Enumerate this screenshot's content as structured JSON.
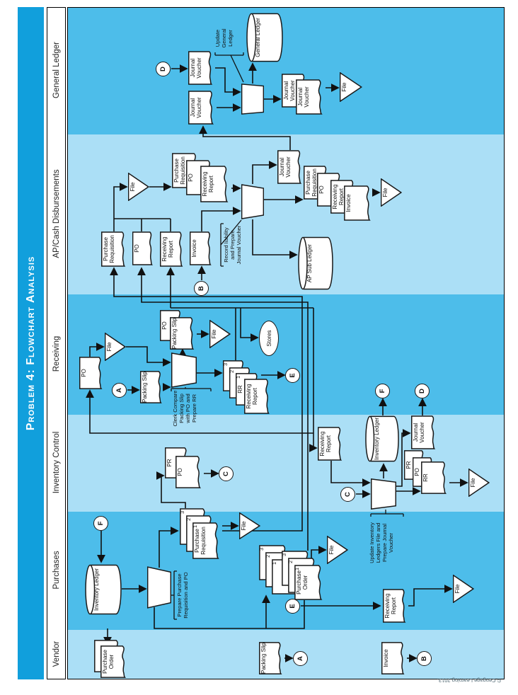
{
  "title": "Problem 4: Flowchart Analysis",
  "copyright": "© Cengage Learning 2013.",
  "lanes": {
    "vendor": "Vendor",
    "purchases": "Purchases",
    "inventory_control": "Inventory Control",
    "receiving": "Receiving",
    "ap_cash": "AP/Cash Disbursements",
    "general_ledger": "General Ledger"
  },
  "connectors": {
    "a": "A",
    "b": "B",
    "c": "C",
    "d": "D",
    "e": "E",
    "f": "F"
  },
  "labels": {
    "file": "File",
    "stores": "Stores",
    "purchase_order": "Purchase Order",
    "packing_slip": "Packing Slip",
    "invoice": "Invoice",
    "purchase_requisition": "Purchase Requisition",
    "po": "PO",
    "pr": "PR",
    "rr": "RR",
    "receiving_report": "Receiving Report",
    "journal_voucher": "Journal Voucher",
    "inventory_ledger": "Inventory Ledger",
    "ap_sub_ledger": "AP Sub Ledger",
    "general_ledger": "General Ledger",
    "copy1": "1",
    "copy2": "2",
    "copy3": "3"
  },
  "processes": {
    "prepare_pr_po": "Prepare Purchase Requisition and PO",
    "clerk_compare": "Clerk Compare Packing Slip with PO and Prepare RR",
    "record_liability": "Record liability and Prepare Journal Voucher",
    "update_inventory_ledgers": "Update Inventory Ledgers File and Prepare Journal Voucher",
    "update_general_ledger": "Update General Ledger"
  },
  "colors": {
    "title_bar": "#119fdc",
    "lane_dark": "#4dbdea",
    "lane_light": "#abdff6"
  }
}
